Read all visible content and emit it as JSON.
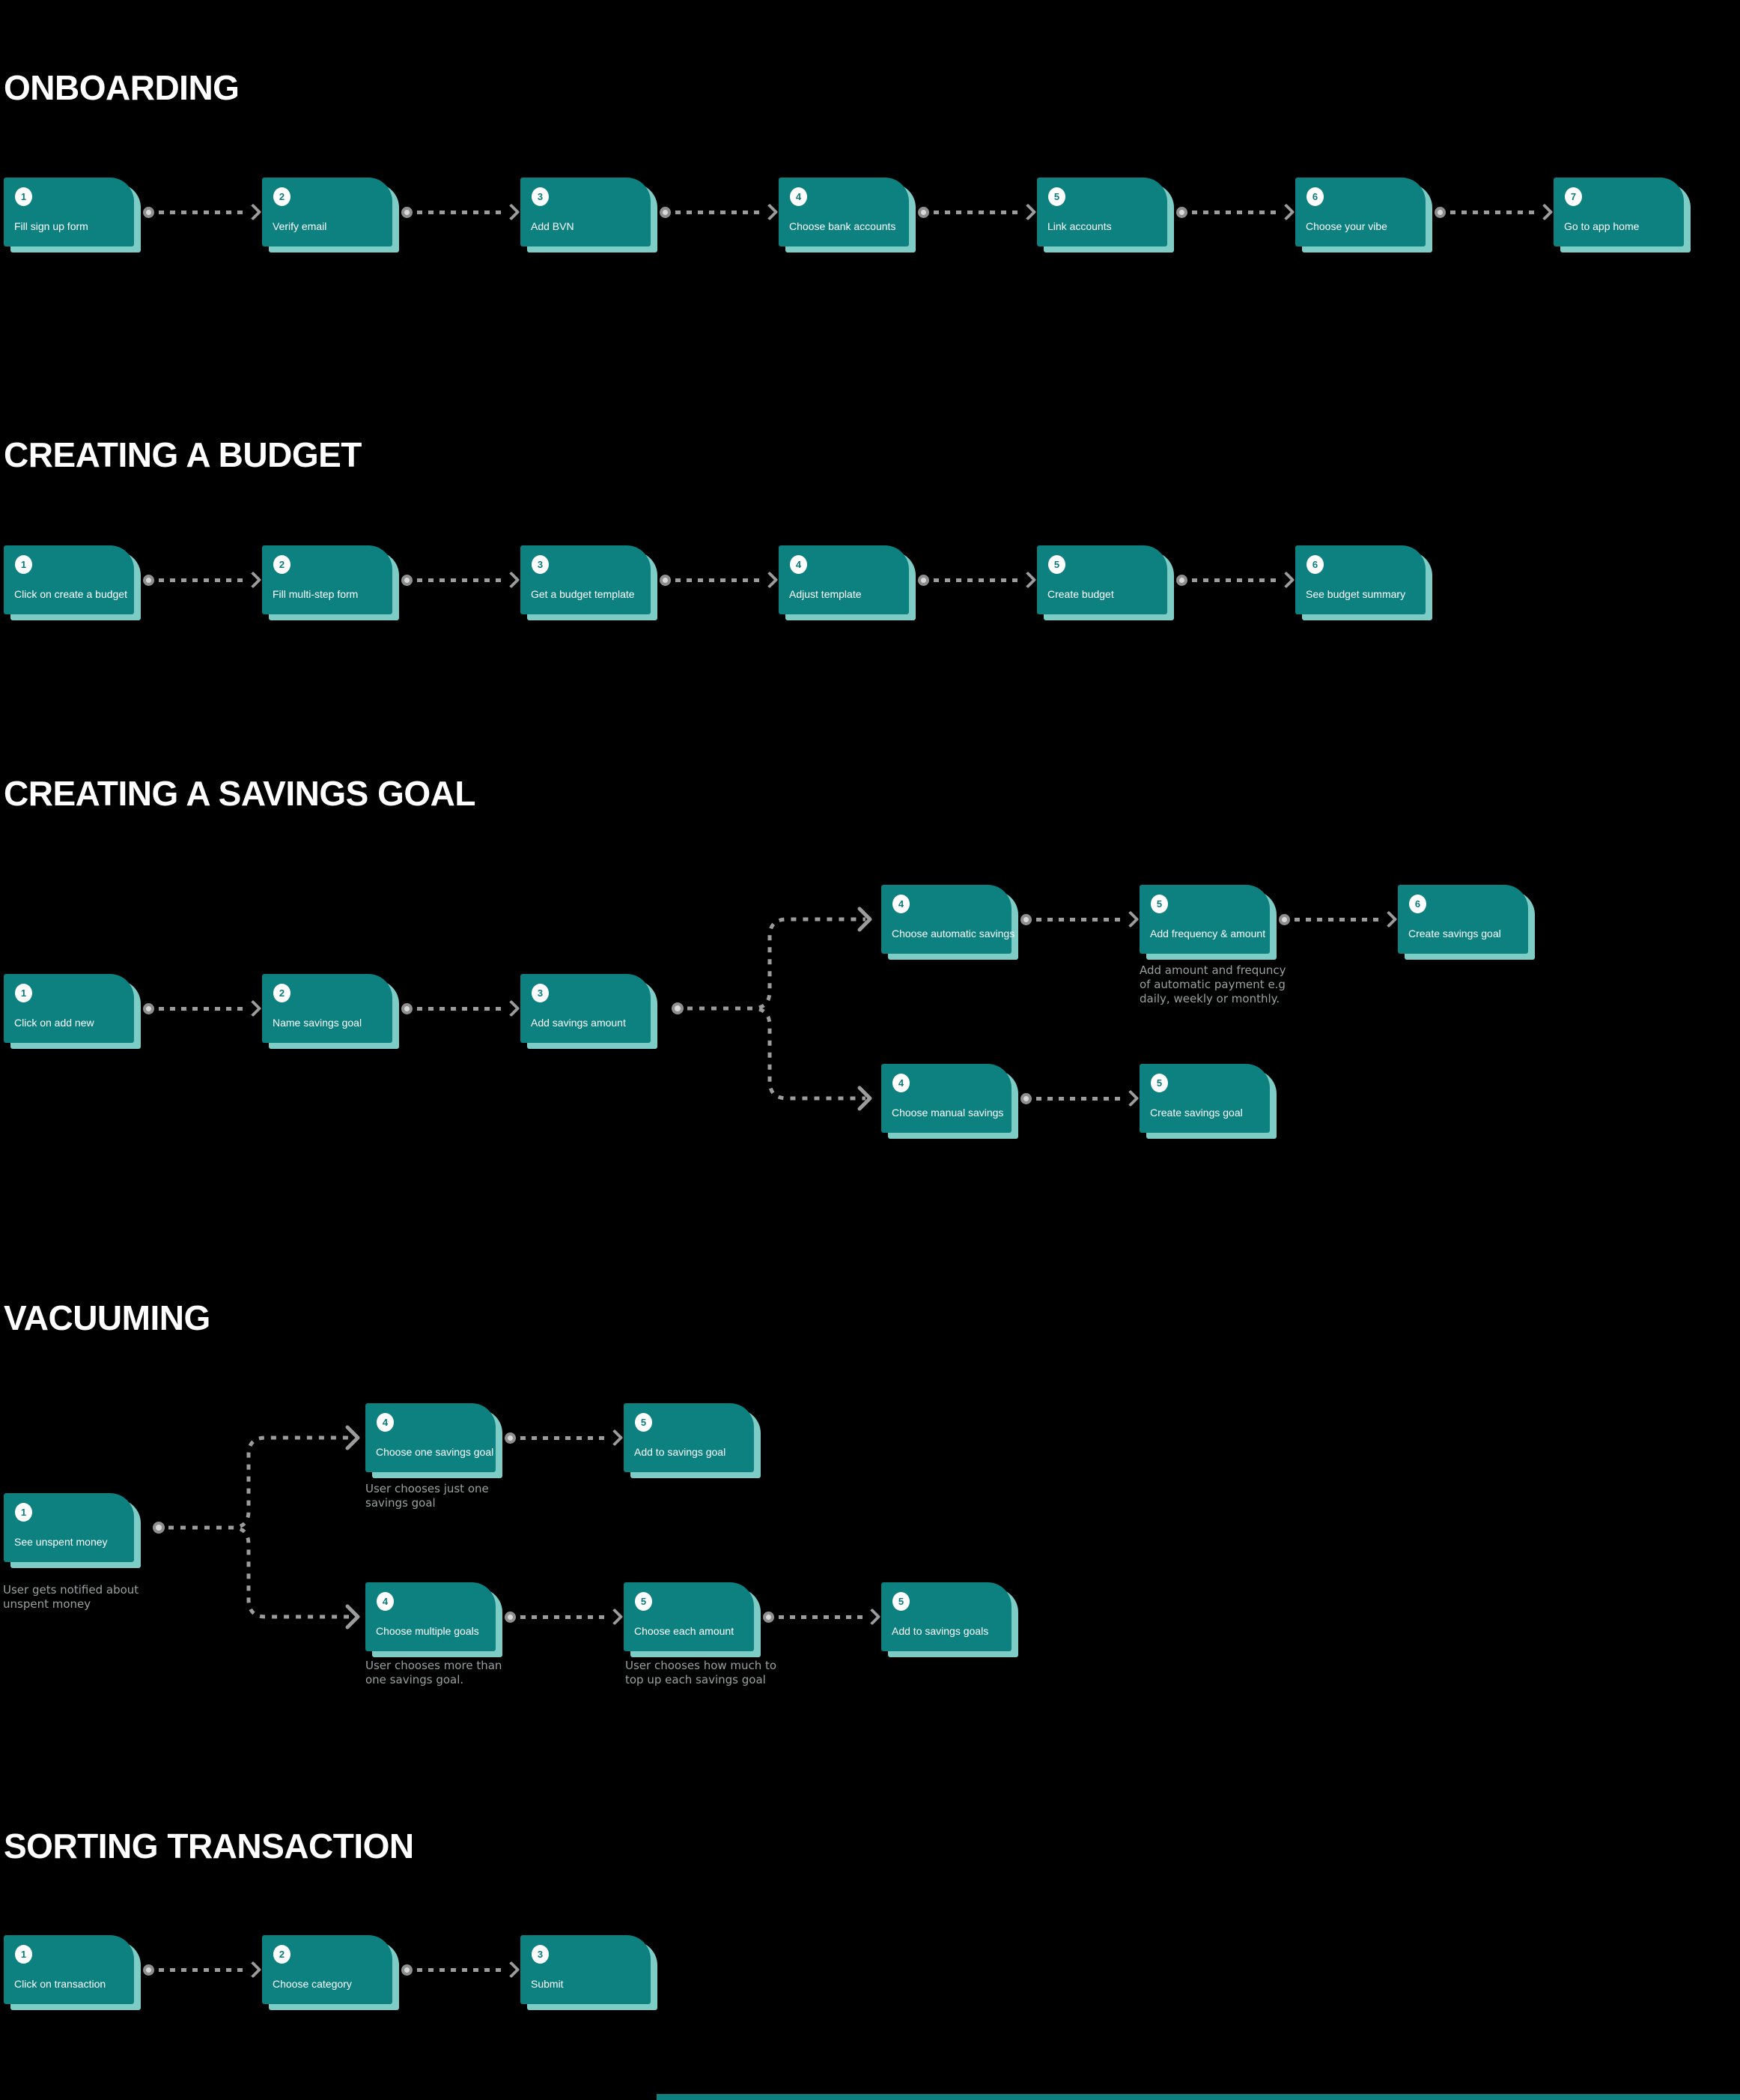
{
  "colors": {
    "background": "#000000",
    "card": "#0C8180",
    "card_shadow": "#7ECCC6",
    "badge_background": "#FFFFFF",
    "badge_text": "#0A7B7A",
    "card_label_text": "#FFFFFF",
    "connector": "#9C9C9C",
    "note_text": "#9AA0A0",
    "title_text": "#FFFFFF"
  },
  "onboarding": {
    "title": "ONBOARDING",
    "steps": [
      {
        "num": "1",
        "label": "Fill sign up form"
      },
      {
        "num": "2",
        "label": "Verify email"
      },
      {
        "num": "3",
        "label": "Add BVN"
      },
      {
        "num": "4",
        "label": "Choose bank accounts"
      },
      {
        "num": "5",
        "label": "Link accounts"
      },
      {
        "num": "6",
        "label": "Choose your vibe"
      },
      {
        "num": "7",
        "label": "Go to app home"
      }
    ]
  },
  "budget": {
    "title": "CREATING A BUDGET",
    "steps": [
      {
        "num": "1",
        "label": "Click on create a budget"
      },
      {
        "num": "2",
        "label": "Fill multi-step form"
      },
      {
        "num": "3",
        "label": "Get a budget template"
      },
      {
        "num": "4",
        "label": "Adjust template"
      },
      {
        "num": "5",
        "label": "Create budget"
      },
      {
        "num": "6",
        "label": "See budget summary"
      }
    ]
  },
  "savings": {
    "title": "CREATING A SAVINGS GOAL",
    "main_steps": [
      {
        "num": "1",
        "label": "Click on add new"
      },
      {
        "num": "2",
        "label": "Name savings goal"
      },
      {
        "num": "3",
        "label": "Add savings amount"
      }
    ],
    "auto_steps": [
      {
        "num": "4",
        "label": "Choose automatic savings"
      },
      {
        "num": "5",
        "label": "Add frequency & amount"
      },
      {
        "num": "6",
        "label": "Create savings goal"
      }
    ],
    "auto_note": "Add amount and frequncy\nof automatic payment e.g\ndaily, weekly or monthly.",
    "manual_steps": [
      {
        "num": "4",
        "label": "Choose manual savings"
      },
      {
        "num": "5",
        "label": "Create savings goal"
      }
    ]
  },
  "vacuuming": {
    "title": "VACUUMING",
    "start_step": {
      "num": "1",
      "label": "See unspent money"
    },
    "start_note": "User gets notified about\nunspent money",
    "single_steps": [
      {
        "num": "4",
        "label": "Choose one savings goal"
      },
      {
        "num": "5",
        "label": "Add to savings goal"
      }
    ],
    "single_note": "User chooses just one\nsavings goal",
    "multi_steps": [
      {
        "num": "4",
        "label": "Choose multiple goals"
      },
      {
        "num": "5",
        "label": "Choose each amount"
      },
      {
        "num": "5",
        "label": "Add to savings goals"
      }
    ],
    "multi_notes": [
      "User chooses more than\none savings goal.",
      "User chooses how much to\ntop up each savings goal"
    ]
  },
  "sorting": {
    "title": "SORTING TRANSACTION",
    "steps": [
      {
        "num": "1",
        "label": "Click on transaction"
      },
      {
        "num": "2",
        "label": "Choose category"
      },
      {
        "num": "3",
        "label": "Submit"
      }
    ]
  }
}
